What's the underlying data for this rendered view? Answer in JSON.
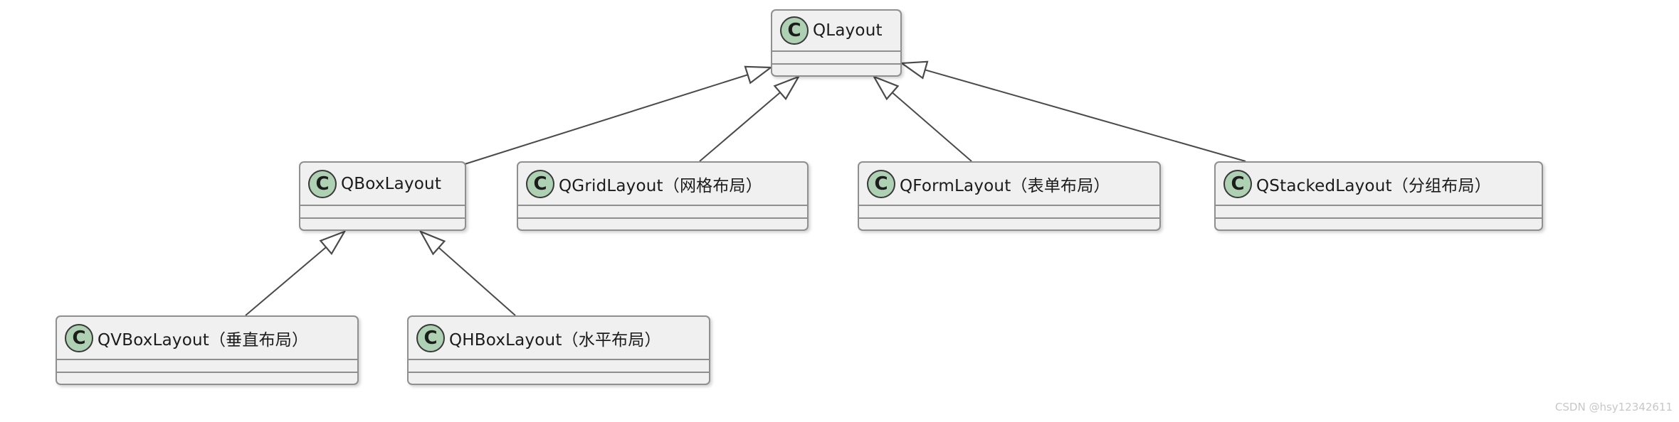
{
  "diagram": {
    "type": "uml-class-diagram",
    "circle_letter": "C",
    "classes": [
      {
        "label": "QLayout"
      },
      {
        "label": "QBoxLayout"
      },
      {
        "label": "QGridLayout（网格布局）"
      },
      {
        "label": "QFormLayout（表单布局）"
      },
      {
        "label": "QStackedLayout（分组布局）"
      },
      {
        "label": "QVBoxLayout（垂直布局）"
      },
      {
        "label": "QHBoxLayout（水平布局）"
      }
    ],
    "edges": [
      {
        "from": "QBoxLayout",
        "to": "QLayout",
        "type": "inheritance"
      },
      {
        "from": "QGridLayout（网格布局）",
        "to": "QLayout",
        "type": "inheritance"
      },
      {
        "from": "QFormLayout（表单布局）",
        "to": "QLayout",
        "type": "inheritance"
      },
      {
        "from": "QStackedLayout（分组布局）",
        "to": "QLayout",
        "type": "inheritance"
      },
      {
        "from": "QVBoxLayout（垂直布局）",
        "to": "QBoxLayout",
        "type": "inheritance"
      },
      {
        "from": "QHBoxLayout（水平布局）",
        "to": "QBoxLayout",
        "type": "inheritance"
      }
    ],
    "colors": {
      "box_fill": "#f0f0f0",
      "box_border": "#8f8f8f",
      "circle_fill": "#ADD1B2",
      "circle_border": "#383838",
      "edge_color": "#4a4a4a",
      "text_color": "#1b1b1b",
      "watermark_color": "#c7c7c7",
      "background": "#ffffff"
    },
    "watermark": "CSDN @hsy12342611"
  }
}
